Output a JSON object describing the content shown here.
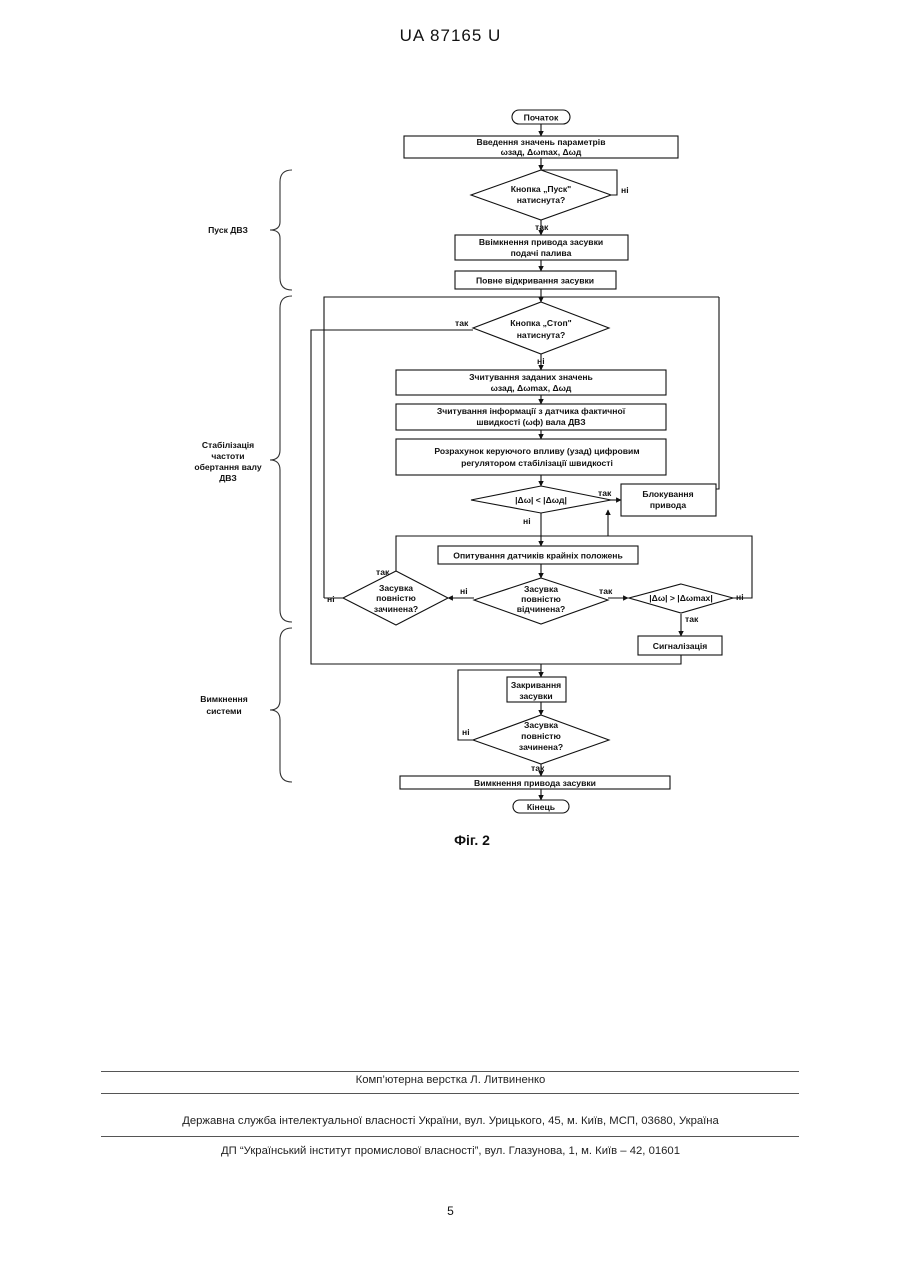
{
  "document": {
    "header": "UA   87165   U",
    "page_number": "5",
    "figure_caption": "Фіг. 2"
  },
  "sections": {
    "start": "Пуск ДВЗ",
    "stab": [
      "Стабілізація",
      "частоти",
      "обертання валу",
      "ДВЗ"
    ],
    "shutdown": [
      "Вимкнення",
      "системи"
    ]
  },
  "nodes": {
    "start": "Початок",
    "input": [
      "Введення значень параметрів",
      "ωзад, Δωmax, Δωд"
    ],
    "start_button": [
      "Кнопка „Пуск\"",
      "натиснута?"
    ],
    "enable_drive": [
      "Ввімкнення привода засувки",
      "подачі палива"
    ],
    "full_open": "Повне відкривання засувки",
    "stop_button": [
      "Кнопка „Стоп\"",
      "натиснута?"
    ],
    "read_set": [
      "Зчитування заданих значень",
      "ωзад, Δωmax, Δωд"
    ],
    "read_sensor": [
      "Зчитування інформації з датчика фактичної",
      "швидкості (ωф) вала ДВЗ"
    ],
    "compute": [
      "Розрахунок керуючого впливу (yзад) цифровим",
      "регулятором стабілізації швидкості"
    ],
    "compare": "|Δω| < |Δωд|",
    "block_drive": [
      "Блокування",
      "привода"
    ],
    "poll_sensors": "Опитування датчиків крайніх положень",
    "closed_check": [
      "Засувка",
      "повністю",
      "зачинена?"
    ],
    "open_check": [
      "Засувка",
      "повністю",
      "відчинена?"
    ],
    "max_check": "|Δω| > |Δωmax|",
    "alarm": "Сигналізація",
    "close_valve": [
      "Закривання",
      "засувки"
    ],
    "closed_check2": [
      "Засувка",
      "повністю",
      "зачинена?"
    ],
    "disable_drive": "Вимкнення привода засувки",
    "end": "Кінець"
  },
  "labels": {
    "yes": "так",
    "no": "ні"
  },
  "footer": {
    "line1": "Комп’ютерна верстка Л. Литвиненко",
    "line2": "Державна служба інтелектуальної власності України, вул. Урицького, 45, м. Київ, МСП, 03680, Україна",
    "line3": "ДП “Український інститут промислової власності”, вул. Глазунова, 1, м. Київ – 42, 01601"
  }
}
